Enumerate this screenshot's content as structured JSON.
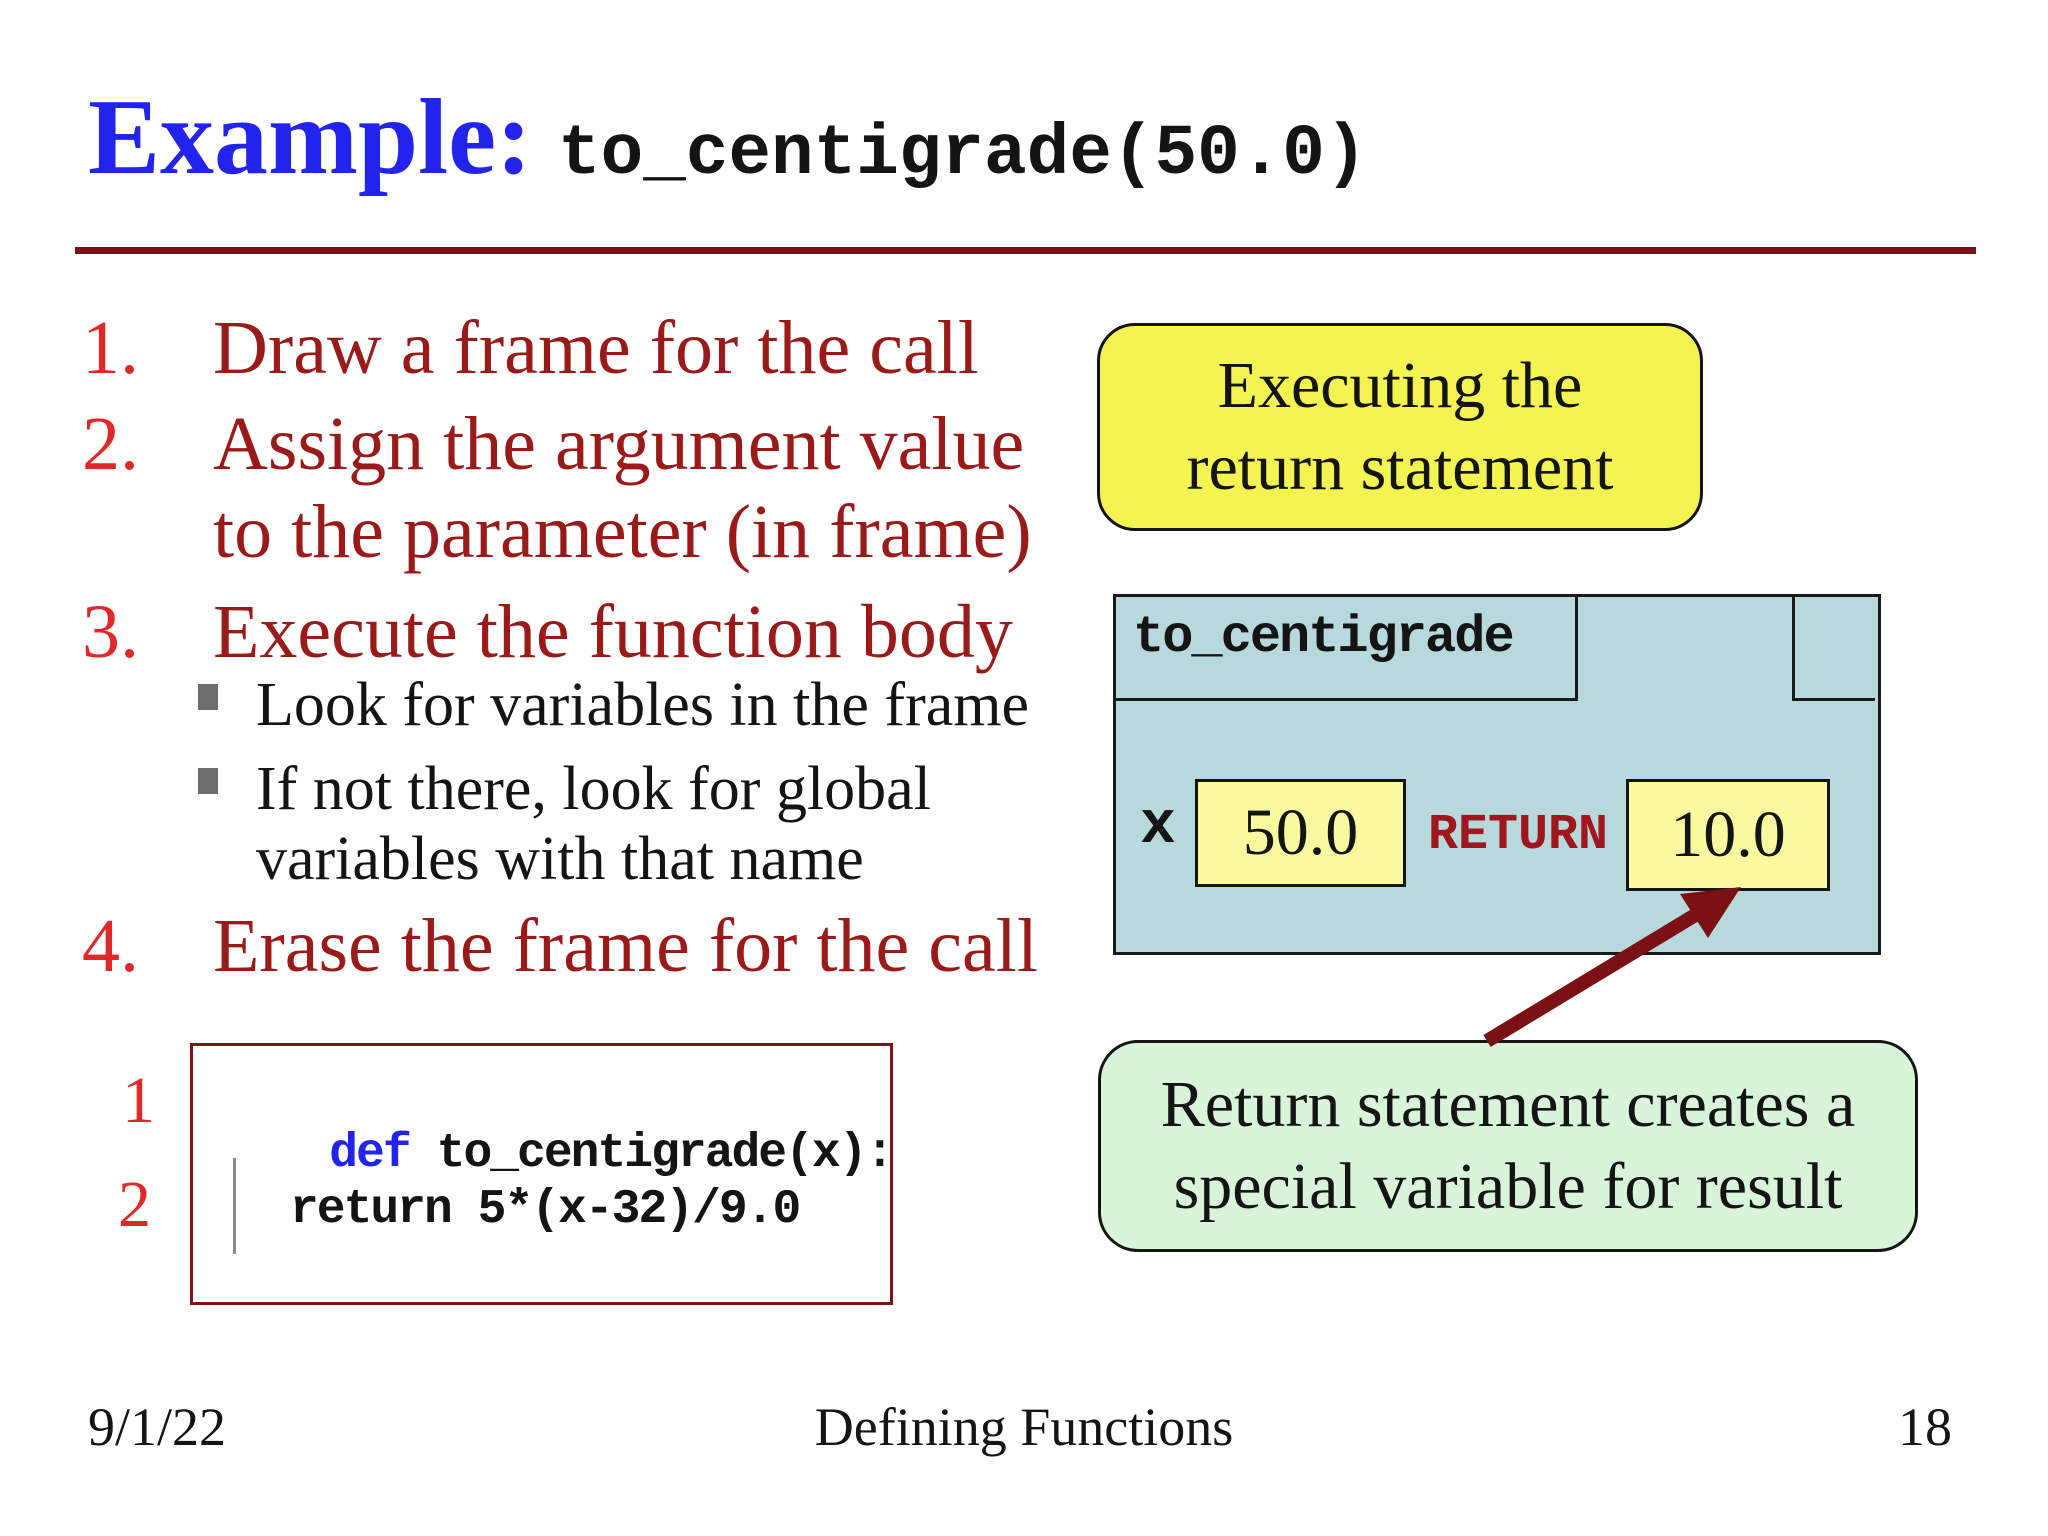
{
  "title": {
    "blue": "Example:",
    "code": "to_centigrade(50.0)"
  },
  "steps": [
    {
      "num": "1.",
      "lines": [
        "Draw a frame for the call"
      ]
    },
    {
      "num": "2.",
      "lines": [
        "Assign the argument value",
        "to the parameter (in frame)"
      ]
    },
    {
      "num": "3.",
      "lines": [
        "Execute the function body"
      ]
    },
    {
      "num": "4.",
      "lines": [
        "Erase the frame for the call"
      ]
    }
  ],
  "subbullets": [
    {
      "lines": [
        "Look for variables in the frame"
      ]
    },
    {
      "lines": [
        "If not there, look for global",
        "variables with that name"
      ]
    }
  ],
  "code_panel": {
    "line_numbers": [
      "1",
      "2"
    ],
    "line1": {
      "keyword": "def",
      "rest": "to_centigrade(x):"
    },
    "line2": "return 5*(x-32)/9.0"
  },
  "callout_executing": {
    "lines": [
      "Executing the",
      "return statement"
    ]
  },
  "frame_diagram": {
    "tab_label": "to_centigrade",
    "var_name": "x",
    "var_value": "50.0",
    "return_label": "RETURN",
    "return_value": "10.0"
  },
  "callout_return": {
    "lines": [
      "Return statement creates a",
      "special variable for result"
    ]
  },
  "footer": {
    "date": "9/1/22",
    "center": "Defining Functions",
    "page": "18"
  },
  "colors": {
    "title_blue": "#2323ee",
    "maroon": "#9a1a1a",
    "number_red": "#e02828",
    "rule": "#7a1114",
    "yellow_note": "#f3f451",
    "value_yellow": "#f9faa0",
    "frame_blue": "#b7d9dc",
    "green_note": "#d9f5d9",
    "arrow": "#7b1115",
    "return_red": "#a0161f"
  }
}
